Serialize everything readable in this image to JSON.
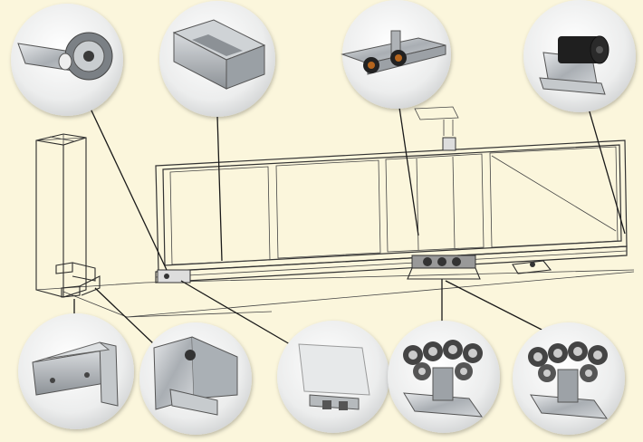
{
  "diagram": {
    "background_color": "#fbf6dc",
    "callout_fill": "#e9eaea",
    "metal_color": "#b8bcc0",
    "dark_part_color": "#2a2a2a",
    "line_color": "#2b2b2b",
    "callouts": [
      {
        "name": "end-roller-callout",
        "icon": "end-roller-icon"
      },
      {
        "name": "guide-rail-callout",
        "icon": "guide-rail-icon"
      },
      {
        "name": "top-guide-rollers-callout",
        "icon": "top-guide-rollers-icon"
      },
      {
        "name": "rubber-stopper-callout",
        "icon": "rubber-stopper-icon"
      },
      {
        "name": "mounting-bracket-callout",
        "icon": "mounting-bracket-icon"
      },
      {
        "name": "catcher-callout",
        "icon": "catcher-icon"
      },
      {
        "name": "end-cap-callout",
        "icon": "end-cap-icon"
      },
      {
        "name": "roller-carriage-1-callout",
        "icon": "roller-carriage-icon"
      },
      {
        "name": "roller-carriage-2-callout",
        "icon": "roller-carriage-icon"
      }
    ]
  }
}
